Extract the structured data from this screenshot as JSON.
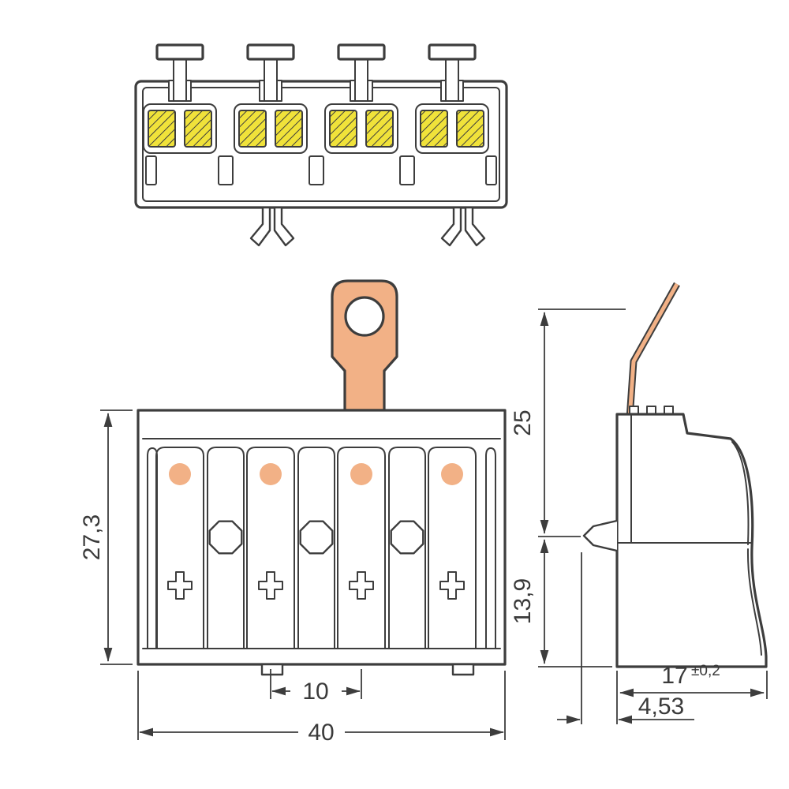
{
  "drawing": {
    "kind": "terminal-block-technical-drawing",
    "views": [
      "top-view",
      "front-view",
      "side-view"
    ]
  },
  "dimensions": {
    "front_height": "27,3",
    "front_width": "40",
    "pole_pitch": "10",
    "side_upper": "25",
    "side_lower": "13,9",
    "side_width": "17",
    "side_width_tolerance": "±0,2",
    "clip_offset": "4,53"
  },
  "colors": {
    "outline": "#3d3d3d",
    "contact_yellow": "#f0e23a",
    "copper_orange": "#f2b186",
    "background": "#ffffff"
  }
}
